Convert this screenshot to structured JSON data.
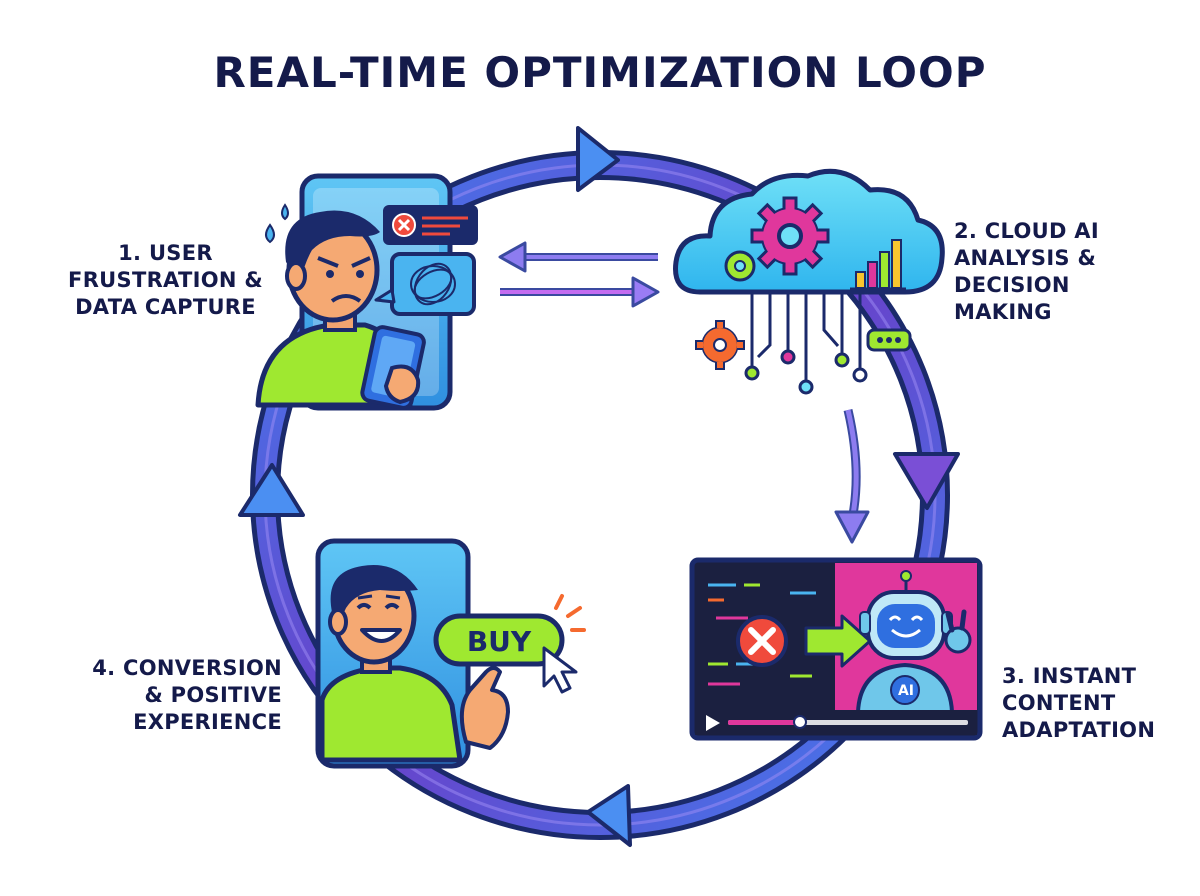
{
  "title": "REAL-TIME OPTIMIZATION LOOP",
  "steps": [
    {
      "lines": [
        "1. USER",
        "FRUSTRATION &",
        "DATA CAPTURE"
      ]
    },
    {
      "lines": [
        "2. CLOUD AI",
        "ANALYSIS &",
        "DECISION",
        "MAKING"
      ]
    },
    {
      "lines": [
        "3. INSTANT",
        "CONTENT",
        "ADAPTATION"
      ]
    },
    {
      "lines": [
        "4. CONVERSION",
        "& POSITIVE",
        "EXPERIENCE"
      ]
    }
  ],
  "buy_button_label": "BUY",
  "ai_badge_label": "AI",
  "icons": {
    "user_frustrated": "frustrated-user-icon",
    "cloud": "cloud-ai-icon",
    "video": "video-player-icon",
    "user_happy": "happy-user-icon"
  },
  "colors": {
    "title": "#141a4a",
    "ring_outer": "#1b2a6b",
    "ring_blue": "#3f7ff0",
    "ring_purple": "#6a3fc8",
    "phone_screen": "#4ab4f0",
    "shirt": "#9fe830",
    "robot_panel": "#e0379c",
    "error_red": "#f04a3c"
  }
}
